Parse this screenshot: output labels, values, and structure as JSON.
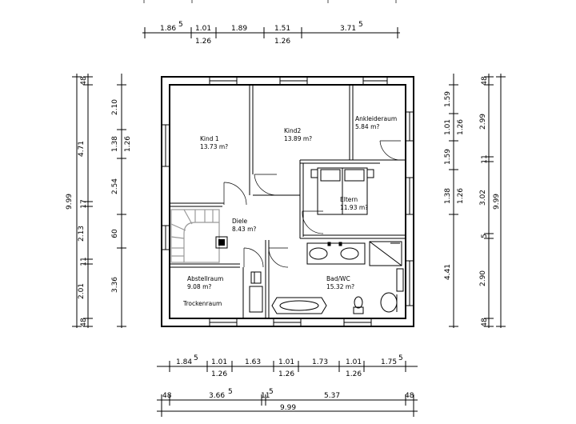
{
  "rooms": {
    "kind1": {
      "name": "Kind 1",
      "area": "13.73 m?"
    },
    "kind2": {
      "name": "Kind2",
      "area": "13.89 m?"
    },
    "ankleide": {
      "name": "Ankleideraum",
      "area": "5.84 m?"
    },
    "eltern": {
      "name": "Eltern",
      "area": "11.93 m?"
    },
    "diele": {
      "name": "Diele",
      "area": "8.43 m?"
    },
    "abstell": {
      "name": "Abstellraum",
      "area": "9.08 m?"
    },
    "trocken": {
      "name": "Trockenraum"
    },
    "bad": {
      "name": "Bad/WC",
      "area": "15.32 m?"
    }
  },
  "dims": {
    "top1": [
      "1.86",
      "1.01",
      "1.89",
      "1.51",
      "3.71"
    ],
    "top1_sup": [
      "5",
      "",
      "",
      "",
      "5"
    ],
    "top2": [
      "1.26",
      "1.26"
    ],
    "bot1": [
      "1.84",
      "1.01",
      "1.63",
      "1.01",
      "1.73",
      "1.01",
      "1.75"
    ],
    "bot1_sup": [
      "5",
      "",
      "",
      "",
      "",
      "",
      "5"
    ],
    "bot2": [
      "1.26",
      "1.26",
      "1.26"
    ],
    "bot3": [
      "48",
      "3.66",
      "11",
      "5.37",
      "48"
    ],
    "bot3_sup": [
      "",
      "5",
      "5",
      "",
      ""
    ],
    "bot4": "9.99",
    "left_total": "9.99",
    "left_a": [
      "48",
      "4.71",
      "17",
      "2.13",
      "11",
      "2.01",
      "48"
    ],
    "left_a_sup": [
      "",
      "5",
      "",
      "5",
      "5",
      "",
      ""
    ],
    "left_b": [
      "2.10",
      "1.38",
      "2.54",
      "60",
      "3.36"
    ],
    "left_b_sup": [
      "5",
      "",
      "5",
      "",
      ""
    ],
    "left_c": "1.26",
    "right_a": [
      "1.59",
      "1.01",
      "1.59",
      "1.38",
      "4.41"
    ],
    "right_a_sup": [
      "5",
      "",
      "5",
      "",
      ""
    ],
    "right_b": [
      "1.26",
      "1.26"
    ],
    "right_c": [
      "48",
      "2.99",
      "11",
      "3.02",
      "5",
      "2.90",
      "48"
    ],
    "right_c_sup": [
      "",
      "5",
      "5",
      "5",
      "",
      "",
      ""
    ],
    "right_total": "9.99"
  }
}
